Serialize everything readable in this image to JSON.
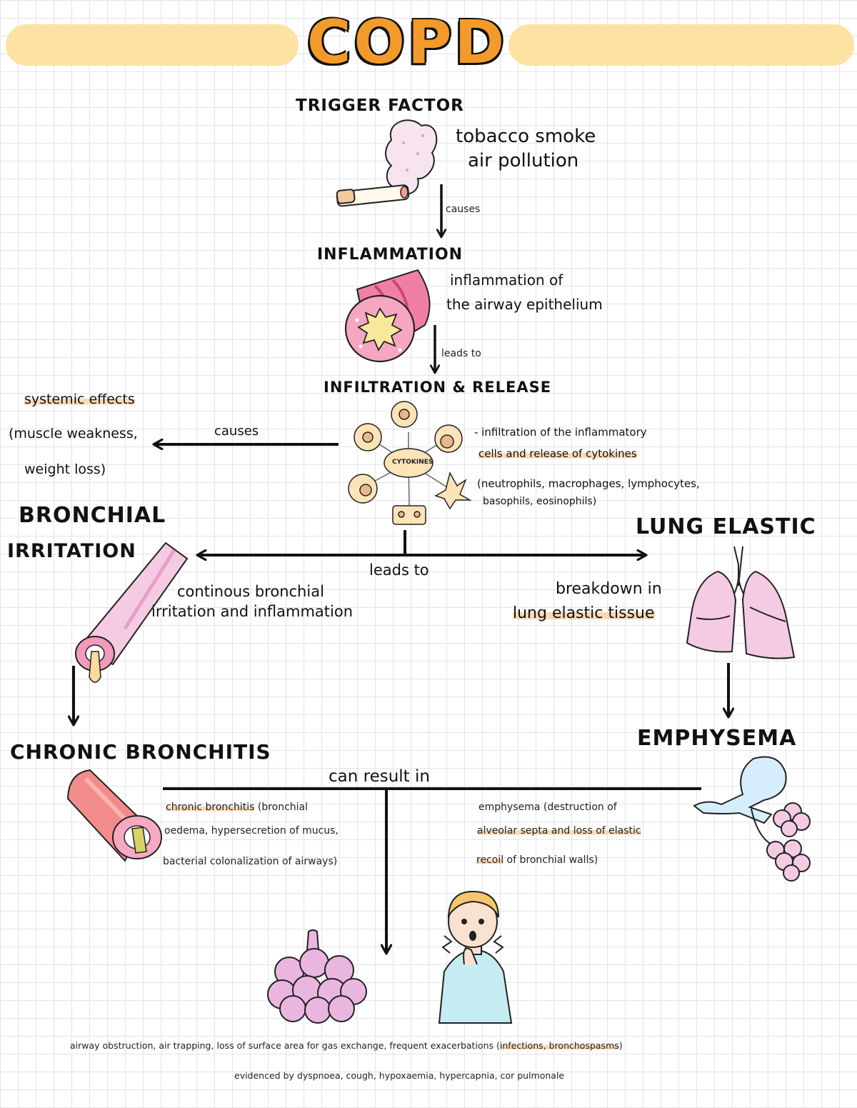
{
  "title": "COPD",
  "trigger": {
    "heading": "TRIGGER FACTOR",
    "line1": "tobacco smoke",
    "line2": "air pollution",
    "arrow_label": "causes"
  },
  "inflammation": {
    "heading": "INFLAMMATION",
    "line1": "inflammation of",
    "line2": "the airway epithelium",
    "arrow_label": "leads to"
  },
  "infiltration": {
    "heading": "INFILTRATION & RELEASE",
    "center_label": "CYTOKINES",
    "line1": "- infiltration of the inflammatory",
    "line2": "cells and release of cytokines",
    "line3": "(neutrophils, macrophages, lymphocytes,",
    "line4": "basophils, eosinophils)"
  },
  "systemic": {
    "line1": "systemic effects",
    "line2": "(muscle weakness,",
    "line3": "weight loss)",
    "arrow_label": "causes"
  },
  "split_arrow_label": "leads to",
  "bronchial": {
    "heading_line1": "BRONCHIAL",
    "heading_line2": "IRRITATION",
    "line1": "continous bronchial",
    "line2": "irritation and inflammation"
  },
  "lung": {
    "heading": "LUNG ELASTIC",
    "line1": "breakdown in",
    "line2": "lung elastic tissue"
  },
  "chronic_bronchitis": {
    "heading": "CHRONIC BRONCHITIS",
    "line1_highlight": "chronic bronchitis",
    "line1_rest": " (bronchial",
    "line2": "oedema, hypersecretion of mucus,",
    "line3": "bacterial colonalization of airways)"
  },
  "emphysema": {
    "heading": "EMPHYSEMA",
    "line1": "emphysema (destruction of",
    "line2_highlight": "alveolar septa and loss of elastic",
    "line3_highlight": "recoil",
    "line3_rest": " of bronchial walls)"
  },
  "result_label": "can result in",
  "outcome": {
    "line1_main": "airway obstruction, air trapping, loss of surface area for gas exchange, frequent exacerbations (",
    "line1_highlight": "infections, bronchospasms",
    "line1_end": ")",
    "line2": "evidenced by dyspnoea, cough, hypoxaemia, hypercapnia, cor pulmonale"
  },
  "colors": {
    "title": "#f39b2a",
    "title_band": "#fce2a3",
    "highlight": "#fbd9b5",
    "pink": "#f5cbe4",
    "cytokine": "#fde3b8"
  }
}
